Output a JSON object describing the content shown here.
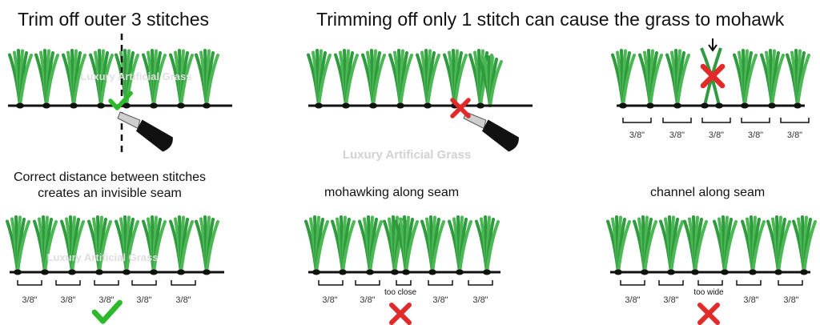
{
  "titles": {
    "left": "Trim off outer 3 stitches",
    "right": "Trimming off only 1 stitch can cause the grass to mohawk"
  },
  "captions": {
    "correct": "Correct distance between stitches creates an invisible seam",
    "mohawk": "mohawking along seam",
    "channel": "channel along seam"
  },
  "watermark": "Luxury Artificial Grass",
  "watermark_faint": "Luxury Artificial Grass",
  "measure": "3/8\"",
  "notes": {
    "too_close": "too close",
    "too_wide": "too wide"
  },
  "colors": {
    "grass": "#2f9a3e",
    "grass_light": "#4bb854",
    "line": "#111111",
    "check": "#2db82d",
    "cross": "#e12b2b"
  },
  "icons": [
    "grass-tuft-icon",
    "stitch-dot-icon",
    "knife-icon",
    "checkmark-icon",
    "cross-icon",
    "arrow-down-icon"
  ]
}
